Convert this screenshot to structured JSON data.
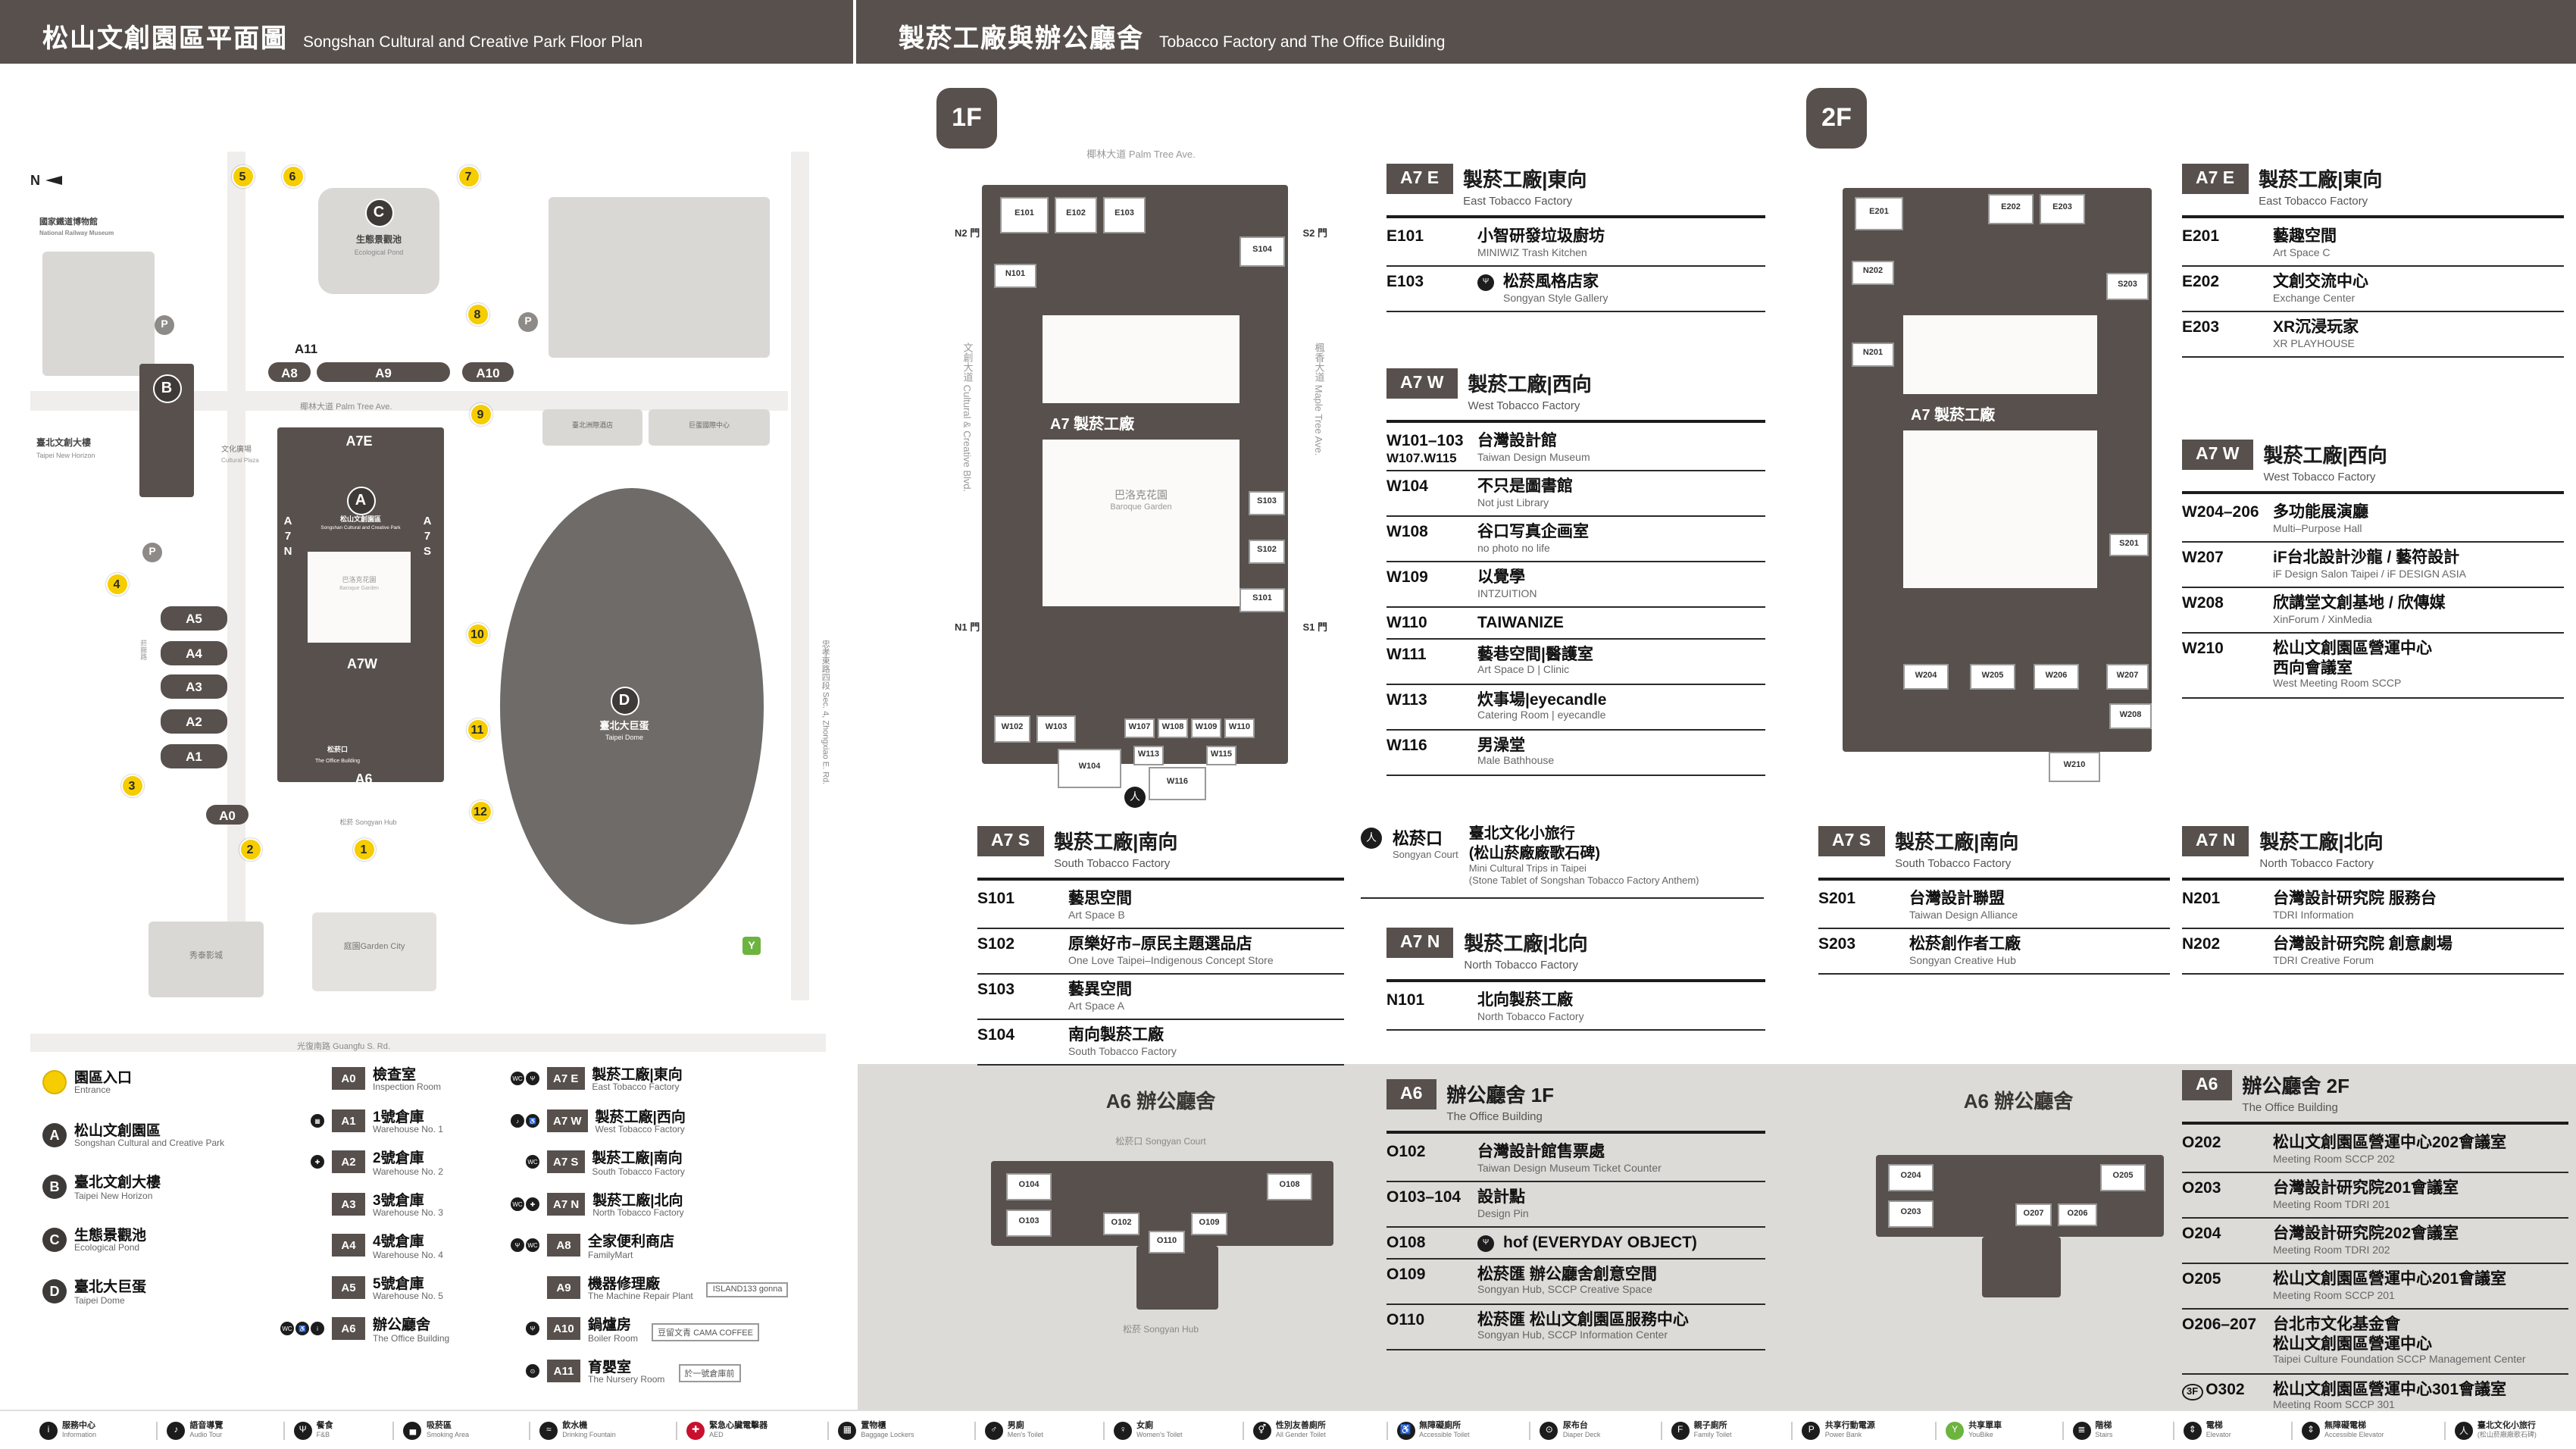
{
  "left": {
    "header": {
      "zh": "松山文創園區平面圖",
      "en": "Songshan Cultural and Creative Park Floor Plan"
    },
    "map": {
      "compass": "N",
      "parking_label": "P",
      "youbike_icon": "youbike",
      "entrances": [
        "1",
        "2",
        "3",
        "4",
        "5",
        "6",
        "7",
        "8",
        "9",
        "10",
        "11",
        "12"
      ],
      "letters": [
        "A",
        "B",
        "C",
        "D"
      ],
      "marks": [
        "A0",
        "A1",
        "A2",
        "A3",
        "A4",
        "A5",
        "A6",
        "A8",
        "A9",
        "A10",
        "A11",
        "A7E",
        "A7W",
        "A7N",
        "A7S"
      ],
      "labels": {
        "railway_zh": "國家鐵道博物館",
        "railway_en": "National Railway Museum",
        "pond_zh": "生態景觀池",
        "pond_en": "Ecological Pond",
        "palm_zh": "椰林大道",
        "palm_en": "Palm Tree Ave.",
        "tnh_zh": "臺北文創大樓",
        "tnh_en": "Taipei New Horizon",
        "plaza_zh": "文化廣場",
        "plaza_en": "Cultural Plaza",
        "sccp_zh": "松山文創園區",
        "sccp_en": "Songshan Cultural and Creative Park",
        "baroque_zh": "巴洛克花園",
        "baroque_en": "Baroque Garden",
        "court_zh": "松菸口",
        "office_en": "The Office Building",
        "hub_zh": "松菸",
        "hub_en": "Songyan Hub",
        "dome_zh": "臺北大巨蛋",
        "dome_en": "Taipei Dome",
        "garden": "庭園Garden City",
        "cinema": "秀泰影城",
        "hotel": "臺北洲際酒店",
        "dome_intl": "巨蛋國際中心",
        "guangfu": "光復南路 Guangfu S. Rd.",
        "zhongxiao": "忠孝東路四段 Sec. 4, Zhongxiao E. Rd.",
        "yanchang": "菸廠路"
      }
    },
    "legend": {
      "col1": [
        {
          "marker": "",
          "type": "entrance",
          "zh": "園區入口",
          "en": "Entrance"
        },
        {
          "marker": "A",
          "type": "dark",
          "zh": "松山文創園區",
          "en": "Songshan Cultural and Creative Park"
        },
        {
          "marker": "B",
          "type": "dark",
          "zh": "臺北文創大樓",
          "en": "Taipei New Horizon"
        },
        {
          "marker": "C",
          "type": "dark",
          "zh": "生態景觀池",
          "en": "Ecological Pond"
        },
        {
          "marker": "D",
          "type": "dark",
          "zh": "臺北大巨蛋",
          "en": "Taipei Dome"
        }
      ],
      "col2": [
        {
          "code": "A0",
          "zh": "檢查室",
          "en": "Inspection Room"
        },
        {
          "code": "A1",
          "zh": "1號倉庫",
          "en": "Warehouse No. 1",
          "icons": [
            "locker"
          ]
        },
        {
          "code": "A2",
          "zh": "2號倉庫",
          "en": "Warehouse No. 2",
          "icons": [
            "aed"
          ]
        },
        {
          "code": "A3",
          "zh": "3號倉庫",
          "en": "Warehouse No. 3"
        },
        {
          "code": "A4",
          "zh": "4號倉庫",
          "en": "Warehouse No. 4"
        },
        {
          "code": "A5",
          "zh": "5號倉庫",
          "en": "Warehouse No. 5"
        },
        {
          "code": "A6",
          "zh": "辦公廳舍",
          "en": "The Office Building",
          "icons": [
            "wc",
            "accessible",
            "info"
          ]
        }
      ],
      "col3": [
        {
          "code": "A7 E",
          "zh": "製菸工廠|東向",
          "en": "East Tobacco Factory",
          "icons": [
            "wc",
            "food"
          ]
        },
        {
          "code": "A7 W",
          "zh": "製菸工廠|西向",
          "en": "West Tobacco Factory",
          "icons": [
            "audio",
            "accessible"
          ]
        },
        {
          "code": "A7 S",
          "zh": "製菸工廠|南向",
          "en": "South Tobacco Factory",
          "icons": [
            "wc"
          ]
        },
        {
          "code": "A7 N",
          "zh": "製菸工廠|北向",
          "en": "North Tobacco Factory",
          "icons": [
            "wc",
            "aed"
          ]
        },
        {
          "code": "A8",
          "zh": "全家便利商店",
          "en": "FamilyMart",
          "icons": [
            "food",
            "wc"
          ]
        },
        {
          "code": "A9",
          "zh": "機器修理廠",
          "en": "The Machine Repair Plant",
          "note": "ISLAND133 gonna"
        },
        {
          "code": "A10",
          "zh": "鍋爐房",
          "en": "Boiler Room",
          "icons": [
            "food"
          ],
          "note": "豆留文青 CAMA COFFEE"
        },
        {
          "code": "A11",
          "zh": "育嬰室",
          "en": "The Nursery Room",
          "icons": [
            "nursing"
          ],
          "note": "於一號倉庫前"
        }
      ]
    }
  },
  "right": {
    "header": {
      "zh": "製菸工廠與辦公廳舍",
      "en": "Tobacco Factory and The Office Building"
    },
    "f1": {
      "badge": "1F",
      "plan": {
        "street_top": "椰林大道 Palm Tree Ave.",
        "street_left": "文創大道 Cultural & Creative Blvd.",
        "street_right": "楓香大道 Maple Tree Ave.",
        "building": "A7 製菸工廠",
        "courtyard_zh": "巴洛克花園",
        "courtyard_en": "Baroque Garden",
        "court_icon": "walk",
        "gates": [
          "N2 門",
          "S2 門",
          "N1 門",
          "S1 門"
        ],
        "rooms": [
          "E101",
          "E102",
          "E103",
          "N101",
          "S104",
          "S103",
          "S102",
          "S101",
          "W102",
          "W103",
          "W104",
          "W107",
          "W108",
          "W109",
          "W110",
          "W113",
          "W115",
          "W116"
        ]
      },
      "east": {
        "badge": "A7 E",
        "zh": "製菸工廠|東向",
        "en": "East Tobacco Factory",
        "rows": [
          {
            "code": "E101",
            "zh": "小智研發垃圾廚坊",
            "en": "MINIWIZ Trash Kitchen"
          },
          {
            "code": "E103",
            "zh": "松菸風格店家",
            "en": "Songyan Style Gallery",
            "icon": "food"
          }
        ]
      },
      "west": {
        "badge": "A7 W",
        "zh": "製菸工廠|西向",
        "en": "West Tobacco Factory",
        "rows": [
          {
            "code": "W101–103",
            "code2": "W107.W115",
            "zh": "台灣設計館",
            "en": "Taiwan Design Museum"
          },
          {
            "code": "W104",
            "zh": "不只是圖書館",
            "en": "Not just Library"
          },
          {
            "code": "W108",
            "zh": "谷口写真企画室",
            "en": "no photo no life"
          },
          {
            "code": "W109",
            "zh": "以覺學",
            "en": "INTZUITION"
          },
          {
            "code": "W110",
            "zh": "TAIWANIZE",
            "en": ""
          },
          {
            "code": "W111",
            "zh": "藝巷空間|醫護室",
            "en": "Art Space D | Clinic"
          },
          {
            "code": "W113",
            "zh": "炊事場|eyecandle",
            "en": "Catering Room | eyecandle"
          },
          {
            "code": "W116",
            "zh": "男澡堂",
            "en": "Male Bathhouse"
          }
        ]
      },
      "south": {
        "badge": "A7 S",
        "zh": "製菸工廠|南向",
        "en": "South Tobacco Factory",
        "rows": [
          {
            "code": "S101",
            "zh": "藝思空間",
            "en": "Art Space B"
          },
          {
            "code": "S102",
            "zh": "原樂好市–原民主題選品店",
            "en": "One Love Taipei–Indigenous Concept Store"
          },
          {
            "code": "S103",
            "zh": "藝異空間",
            "en": "Art Space A"
          },
          {
            "code": "S104",
            "zh": "南向製菸工廠",
            "en": "South Tobacco Factory"
          }
        ]
      },
      "north": {
        "badge": "A7 N",
        "zh": "製菸工廠|北向",
        "en": "North Tobacco Factory",
        "rows": [
          {
            "code": "N101",
            "zh": "北向製菸工廠",
            "en": "North Tobacco Factory"
          }
        ]
      },
      "songyan": {
        "icon": "walk",
        "zh": "松菸口",
        "en": "Songyan Court",
        "title_zh": "臺北文化小旅行",
        "title_zh2": "(松山菸廠廠歌石碑)",
        "title_en": "Mini Cultural Trips in Taipei",
        "title_en2": "(Stone Tablet of Songshan Tobacco Factory Anthem)"
      },
      "a6": {
        "plan_title": "A6 辦公廳舍",
        "plan_court": "松菸口 Songyan Court",
        "plan_hub": "松菸 Songyan Hub",
        "plan_rooms": [
          "O104",
          "O103",
          "O102",
          "O110",
          "O109",
          "O108"
        ],
        "badge": "A6",
        "zh": "辦公廳舍 1F",
        "en": "The Office Building",
        "rows": [
          {
            "code": "O102",
            "zh": "台灣設計館售票處",
            "en": "Taiwan Design Museum Ticket Counter"
          },
          {
            "code": "O103–104",
            "zh": "設計點",
            "en": "Design Pin"
          },
          {
            "code": "O108",
            "zh": "hof (EVERYDAY OBJECT)",
            "en": "",
            "icon": "food"
          },
          {
            "code": "O109",
            "zh": "松菸匯 辦公廳舍創意空間",
            "en": "Songyan Hub, SCCP Creative Space"
          },
          {
            "code": "O110",
            "zh": "松菸匯 松山文創園區服務中心",
            "en": "Songyan Hub, SCCP Information Center"
          }
        ]
      }
    },
    "f2": {
      "badge": "2F",
      "plan": {
        "building": "A7 製菸工廠",
        "rooms": [
          "E201",
          "E202",
          "E203",
          "N202",
          "N201",
          "S203",
          "S201",
          "W204",
          "W205",
          "W206",
          "W207",
          "W208",
          "W210"
        ]
      },
      "east": {
        "badge": "A7 E",
        "zh": "製菸工廠|東向",
        "en": "East Tobacco Factory",
        "rows": [
          {
            "code": "E201",
            "zh": "藝趣空間",
            "en": "Art Space C"
          },
          {
            "code": "E202",
            "zh": "文創交流中心",
            "en": "Exchange Center"
          },
          {
            "code": "E203",
            "zh": "XR沉浸玩家",
            "en": "XR PLAYHOUSE"
          }
        ]
      },
      "west": {
        "badge": "A7 W",
        "zh": "製菸工廠|西向",
        "en": "West Tobacco Factory",
        "rows": [
          {
            "code": "W204–206",
            "zh": "多功能展演廳",
            "en": "Multi–Purpose Hall"
          },
          {
            "code": "W207",
            "zh": "iF台北設計沙龍 / 藝符設計",
            "en": "iF Design Salon Taipei / iF DESIGN ASIA"
          },
          {
            "code": "W208",
            "zh": "欣講堂文創基地 / 欣傳媒",
            "en": "XinForum / XinMedia"
          },
          {
            "code": "W210",
            "zh": "松山文創園區營運中心",
            "zh2": "西向會議室",
            "en": "West Meeting Room SCCP"
          }
        ]
      },
      "south": {
        "badge": "A7 S",
        "zh": "製菸工廠|南向",
        "en": "South Tobacco Factory",
        "rows": [
          {
            "code": "S201",
            "zh": "台灣設計聯盟",
            "en": "Taiwan Design Alliance"
          },
          {
            "code": "S203",
            "zh": "松菸創作者工廠",
            "en": "Songyan Creative Hub"
          }
        ]
      },
      "north": {
        "badge": "A7 N",
        "zh": "製菸工廠|北向",
        "en": "North Tobacco Factory",
        "rows": [
          {
            "code": "N201",
            "zh": "台灣設計研究院 服務台",
            "en": "TDRI Information"
          },
          {
            "code": "N202",
            "zh": "台灣設計研究院 創意劇場",
            "en": "TDRI Creative Forum"
          }
        ]
      },
      "a6": {
        "plan_title": "A6 辦公廳舍",
        "plan_rooms": [
          "O204",
          "O203",
          "O207",
          "O206",
          "O205"
        ],
        "badge": "A6",
        "zh": "辦公廳舍 2F",
        "en": "The Office Building",
        "rows": [
          {
            "code": "O202",
            "zh": "松山文創園區營運中心202會議室",
            "en": "Meeting Room SCCP 202"
          },
          {
            "code": "O203",
            "zh": "台灣設計研究院201會議室",
            "en": "Meeting Room TDRI 201"
          },
          {
            "code": "O204",
            "zh": "台灣設計研究院202會議室",
            "en": "Meeting Room TDRI 202"
          },
          {
            "code": "O205",
            "zh": "松山文創園區營運中心201會議室",
            "en": "Meeting Room SCCP 201"
          },
          {
            "code": "O206–207",
            "zh": "台北市文化基金會",
            "zh2": "松山文創園區營運中心",
            "en": "Taipei Culture Foundation SCCP Management Center"
          },
          {
            "code": "O302",
            "prefix": "3F",
            "zh": "松山文創園區營運中心301會議室",
            "en": "Meeting Room SCCP 301"
          }
        ]
      }
    }
  },
  "iconbar": [
    {
      "icon": "info",
      "zh": "服務中心",
      "en": "Information"
    },
    {
      "icon": "audio",
      "zh": "語音導覽",
      "en": "Audio Tour"
    },
    {
      "icon": "food",
      "zh": "餐食",
      "en": "F&B"
    },
    {
      "icon": "smoking",
      "zh": "吸菸區",
      "en": "Smoking Area"
    },
    {
      "icon": "water",
      "zh": "飲水機",
      "en": "Drinking Fountain"
    },
    {
      "icon": "aed",
      "zh": "緊急心臟電擊器",
      "en": "AED",
      "color": "#c8102e"
    },
    {
      "icon": "locker",
      "zh": "置物櫃",
      "en": "Baggage Lockers"
    },
    {
      "icon": "male",
      "zh": "男廁",
      "en": "Men's Toilet"
    },
    {
      "icon": "female",
      "zh": "女廁",
      "en": "Women's Toilet"
    },
    {
      "icon": "allgender",
      "zh": "性別友善廁所",
      "en": "All Gender Toilet"
    },
    {
      "icon": "accessible",
      "zh": "無障礙廁所",
      "en": "Accessible Toilet"
    },
    {
      "icon": "nursing",
      "zh": "尿布台",
      "en": "Diaper Deck"
    },
    {
      "icon": "family",
      "zh": "親子廁所",
      "en": "Family Toilet"
    },
    {
      "icon": "powerbank",
      "zh": "共享行動電源",
      "en": "Power Bank"
    },
    {
      "icon": "youbike",
      "zh": "共享單車",
      "en": "YouBike",
      "color": "#6db33f"
    },
    {
      "icon": "stairs",
      "zh": "階梯",
      "en": "Stairs"
    },
    {
      "icon": "elevator",
      "zh": "電梯",
      "en": "Elevator"
    },
    {
      "icon": "accessible-elevator",
      "zh": "無障礙電梯",
      "en": "Accessible Elevator"
    },
    {
      "icon": "walk",
      "zh": "臺北文化小旅行",
      "en": "(松山菸廠廠歌石碑)"
    }
  ]
}
